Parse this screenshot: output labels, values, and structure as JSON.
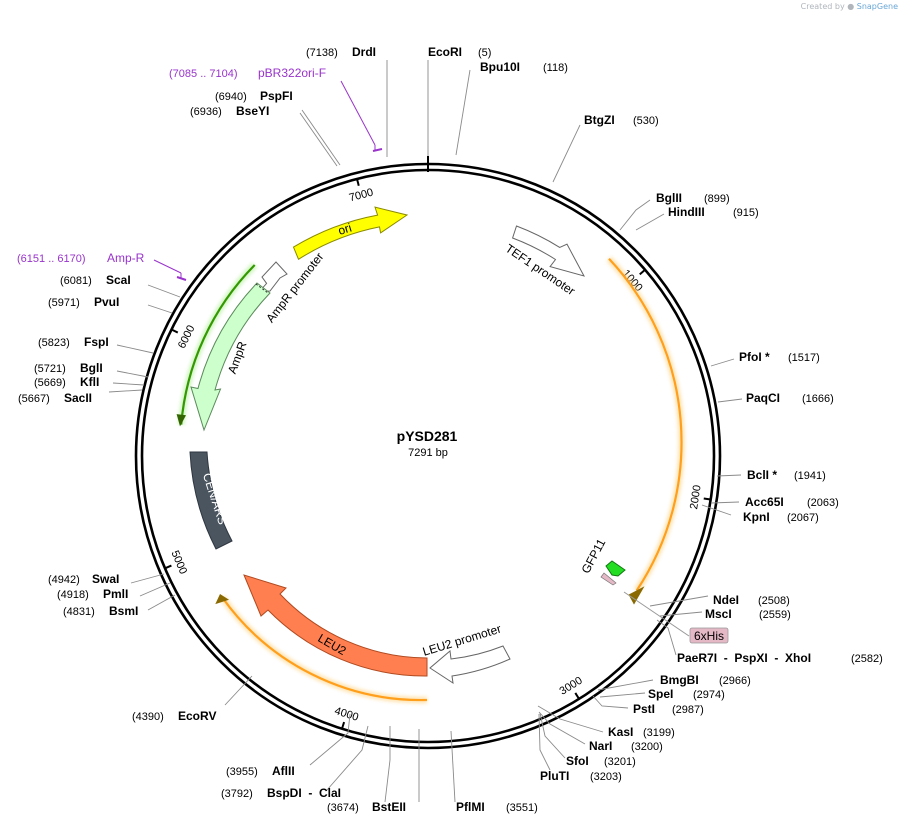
{
  "credit": {
    "prefix": "Created by",
    "brand": "SnapGene"
  },
  "plasmid": {
    "name": "pYSD281",
    "size_label": "7291 bp",
    "length": 7291
  },
  "ticks": [
    {
      "label": "1000",
      "bp": 1000
    },
    {
      "label": "2000",
      "bp": 2000
    },
    {
      "label": "3000",
      "bp": 3000
    },
    {
      "label": "4000",
      "bp": 4000
    },
    {
      "label": "5000",
      "bp": 5000
    },
    {
      "label": "6000",
      "bp": 6000
    },
    {
      "label": "7000",
      "bp": 7000
    }
  ],
  "features": [
    {
      "name": "ori",
      "type": "rep",
      "color": "#ffff00",
      "style": "thick"
    },
    {
      "name": "TEF1 promoter",
      "type": "promoter",
      "color": "#ffffff",
      "style": "outline"
    },
    {
      "name": "AmpR promoter",
      "type": "promoter",
      "color": "#ffffff",
      "style": "outline"
    },
    {
      "name": "AmpR",
      "type": "cds",
      "color": "#ccffcc",
      "style": "thick"
    },
    {
      "name": "CEN/ARS",
      "type": "misc",
      "color": "#4a5560",
      "style": "thick"
    },
    {
      "name": "LEU2",
      "type": "cds",
      "color": "#ff7f50",
      "style": "thick"
    },
    {
      "name": "LEU2 promoter",
      "type": "promoter",
      "color": "#ffffff",
      "style": "outline"
    },
    {
      "name": "GFP11",
      "type": "cds",
      "color": "#22dd22",
      "style": "small"
    }
  ],
  "orfs": [
    {
      "name": "orf-tef1-region",
      "color": "#ff9f1c"
    },
    {
      "name": "orf-ampr",
      "color": "#339900"
    },
    {
      "name": "orf-leu2",
      "color": "#ff9f1c"
    }
  ],
  "primers": [
    {
      "name": "pBR322ori-F",
      "range": "(7085 .. 7104)",
      "color": "#9933cc"
    },
    {
      "name": "Amp-R",
      "range": "(6151 .. 6170)",
      "color": "#9933cc"
    }
  ],
  "tag_box": {
    "label": "6xHis",
    "color": "#e5b8c6"
  },
  "sites": [
    {
      "name": "DrdI",
      "pos": "(7138)"
    },
    {
      "name": "EcoRI",
      "pos": "(5)"
    },
    {
      "name": "Bpu10I",
      "pos": "(118)"
    },
    {
      "name": "PspFI",
      "pos": "(6940)"
    },
    {
      "name": "BseYI",
      "pos": "(6936)"
    },
    {
      "name": "BtgZI",
      "pos": "(530)"
    },
    {
      "name": "BglII",
      "pos": "(899)"
    },
    {
      "name": "HindIII",
      "pos": "(915)"
    },
    {
      "name": "ScaI",
      "pos": "(6081)"
    },
    {
      "name": "PvuI",
      "pos": "(5971)"
    },
    {
      "name": "FspI",
      "pos": "(5823)"
    },
    {
      "name": "BglI",
      "pos": "(5721)"
    },
    {
      "name": "KflI",
      "pos": "(5669)"
    },
    {
      "name": "SacII",
      "pos": "(5667)"
    },
    {
      "name": "PfoI *",
      "pos": "(1517)"
    },
    {
      "name": "PaqCI",
      "pos": "(1666)"
    },
    {
      "name": "BclI *",
      "pos": "(1941)"
    },
    {
      "name": "Acc65I",
      "pos": "(2063)"
    },
    {
      "name": "KpnI",
      "pos": "(2067)"
    },
    {
      "name": "SwaI",
      "pos": "(4942)"
    },
    {
      "name": "PmlI",
      "pos": "(4918)"
    },
    {
      "name": "BsmI",
      "pos": "(4831)"
    },
    {
      "name": "NdeI",
      "pos": "(2508)"
    },
    {
      "name": "MscI",
      "pos": "(2559)"
    },
    {
      "name": "PaeR7I  -  PspXI  -  XhoI",
      "pos": "(2582)"
    },
    {
      "name": "BmgBI",
      "pos": "(2966)"
    },
    {
      "name": "SpeI",
      "pos": "(2974)"
    },
    {
      "name": "PstI",
      "pos": "(2987)"
    },
    {
      "name": "EcoRV",
      "pos": "(4390)"
    },
    {
      "name": "KasI",
      "pos": "(3199)"
    },
    {
      "name": "NarI",
      "pos": "(3200)"
    },
    {
      "name": "SfoI",
      "pos": "(3201)"
    },
    {
      "name": "PluTI",
      "pos": "(3203)"
    },
    {
      "name": "AflII",
      "pos": "(3955)"
    },
    {
      "name": "BspDI  -  ClaI",
      "pos": "(3792)"
    },
    {
      "name": "BstEII",
      "pos": "(3674)"
    },
    {
      "name": "PflMI",
      "pos": "(3551)"
    }
  ]
}
